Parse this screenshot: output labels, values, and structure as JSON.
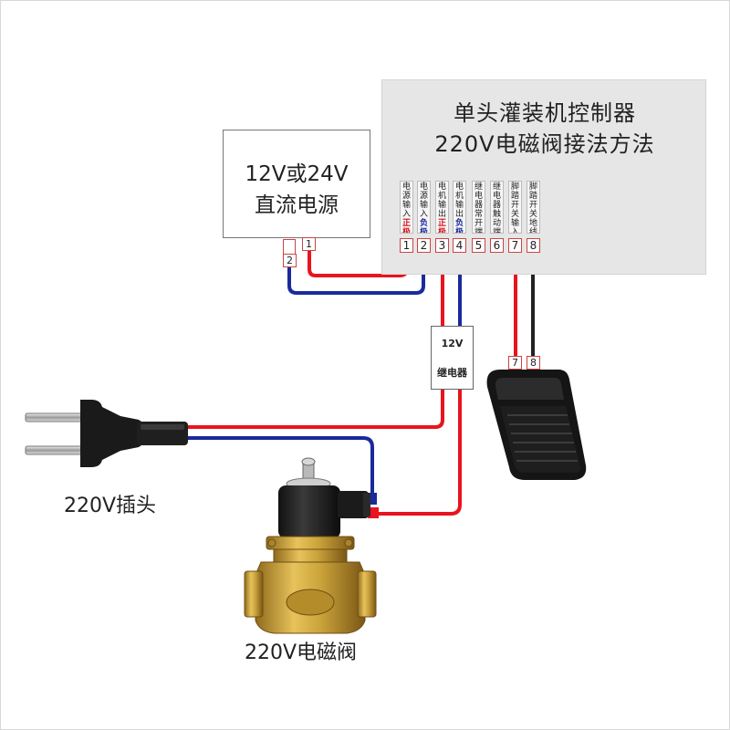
{
  "controller": {
    "title_line1": "单头灌装机控制器",
    "title_line2": "220V电磁阀接法方法",
    "terminals": [
      {
        "num": "1",
        "label": "电源输入",
        "polarity": "正极",
        "polarity_color": "red"
      },
      {
        "num": "2",
        "label": "电源输入",
        "polarity": "负极",
        "polarity_color": "blue"
      },
      {
        "num": "3",
        "label": "电机输出",
        "polarity": "正极",
        "polarity_color": "red"
      },
      {
        "num": "4",
        "label": "电机输出",
        "polarity": "负极",
        "polarity_color": "blue"
      },
      {
        "num": "5",
        "label": "继电器常开端",
        "polarity": "",
        "polarity_color": ""
      },
      {
        "num": "6",
        "label": "继电器触动端",
        "polarity": "",
        "polarity_color": ""
      },
      {
        "num": "7",
        "label": "脚踏开关输入",
        "polarity": "",
        "polarity_color": ""
      },
      {
        "num": "8",
        "label": "脚踏开关地线",
        "polarity": "",
        "polarity_color": ""
      }
    ]
  },
  "power_supply": {
    "line1": "12V或24V",
    "line2": "直流电源",
    "terminal_1": "1",
    "terminal_2": "2"
  },
  "relay": {
    "voltage": "12V",
    "name": "继电器"
  },
  "foot_pedal": {
    "terminal_7": "7",
    "terminal_8": "8"
  },
  "plug": {
    "caption": "220V插头"
  },
  "valve": {
    "caption": "220V电磁阀"
  },
  "colors": {
    "positive_wire": "#e8141e",
    "negative_wire": "#1a2a9c",
    "ground_wire": "#222222",
    "brass": "#c9a23a"
  }
}
